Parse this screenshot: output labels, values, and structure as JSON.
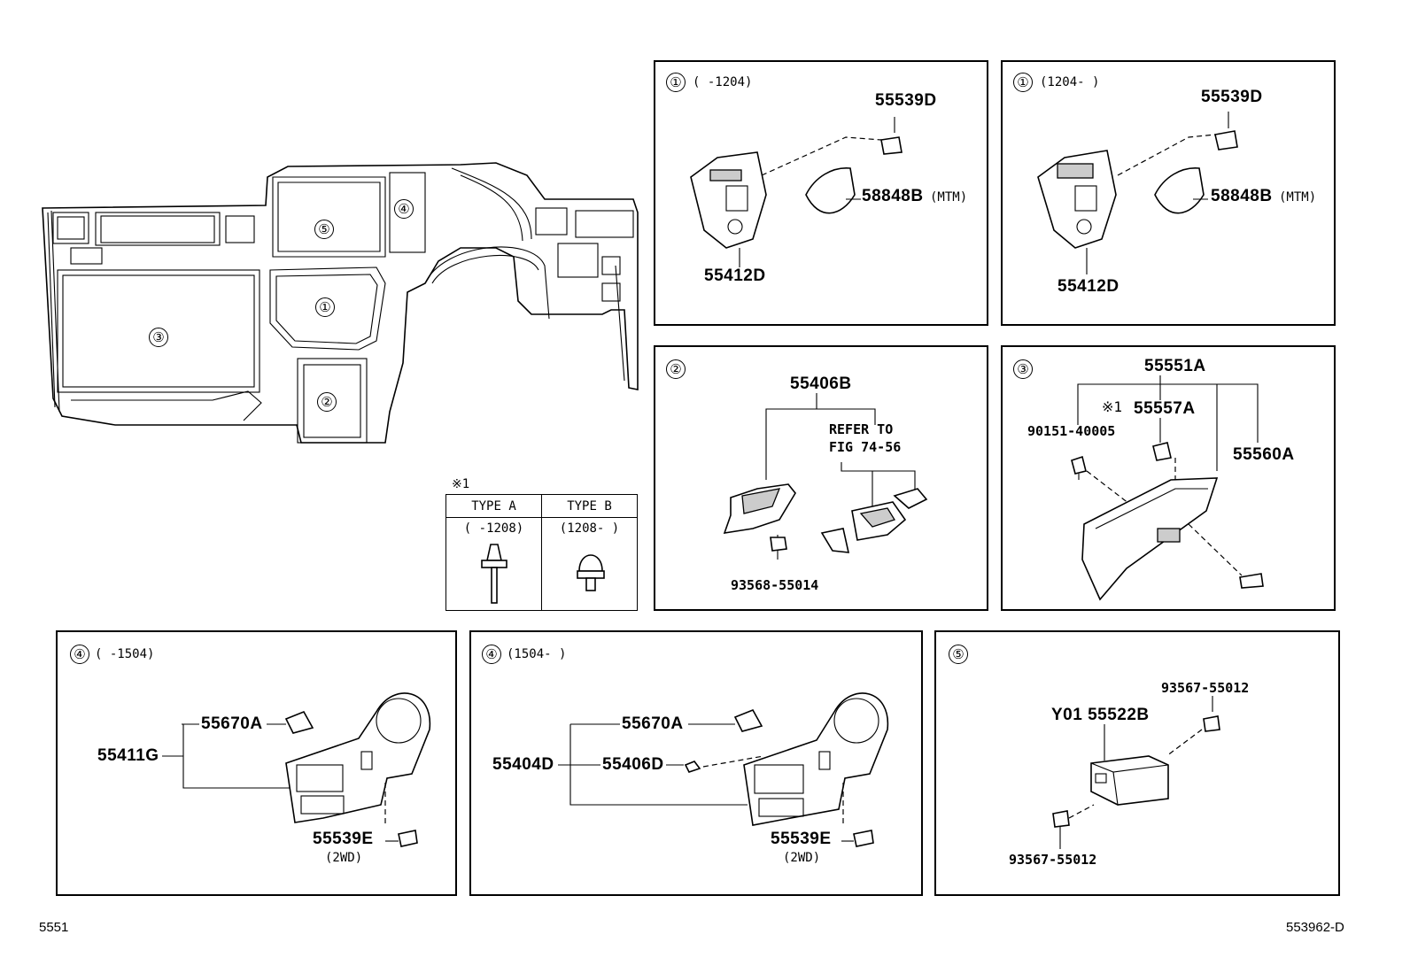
{
  "main": {
    "callouts": [
      "①",
      "②",
      "③",
      "④",
      "⑤"
    ]
  },
  "note_table": {
    "mark": "※1",
    "type_a": "TYPE A",
    "type_b": "TYPE B",
    "range_a": "(    -1208)",
    "range_b": "(1208-    )"
  },
  "panel1a": {
    "id": "①",
    "range": "(     -1204)",
    "p1": "55539D",
    "p2": "58848B",
    "p2_note": "(MTM)",
    "p3": "55412D"
  },
  "panel1b": {
    "id": "①",
    "range": "(1204-     )",
    "p1": "55539D",
    "p2": "58848B",
    "p2_note": "(MTM)",
    "p3": "55412D"
  },
  "panel2": {
    "id": "②",
    "p1": "55406B",
    "refer_line1": "REFER TO",
    "refer_line2": "FIG 74-56",
    "p2": "93568-55014"
  },
  "panel3": {
    "id": "③",
    "p1": "55551A",
    "mark": "※1",
    "p2": "55557A",
    "p3": "90151-40005",
    "p4": "55560A"
  },
  "panel4a": {
    "id": "④",
    "range": "(     -1504)",
    "p1": "55670A",
    "p2": "55411G",
    "p3": "55539E",
    "p3_note": "(2WD)"
  },
  "panel4b": {
    "id": "④",
    "range": "(1504-     )",
    "p1": "55670A",
    "p2": "55404D",
    "p3": "55406D",
    "p4": "55539E",
    "p4_note": "(2WD)"
  },
  "panel5": {
    "id": "⑤",
    "p1": "93567-55012",
    "p2": "Y01 55522B",
    "p3": "93567-55012"
  },
  "footer": {
    "left": "5551",
    "right": "553962-D"
  }
}
